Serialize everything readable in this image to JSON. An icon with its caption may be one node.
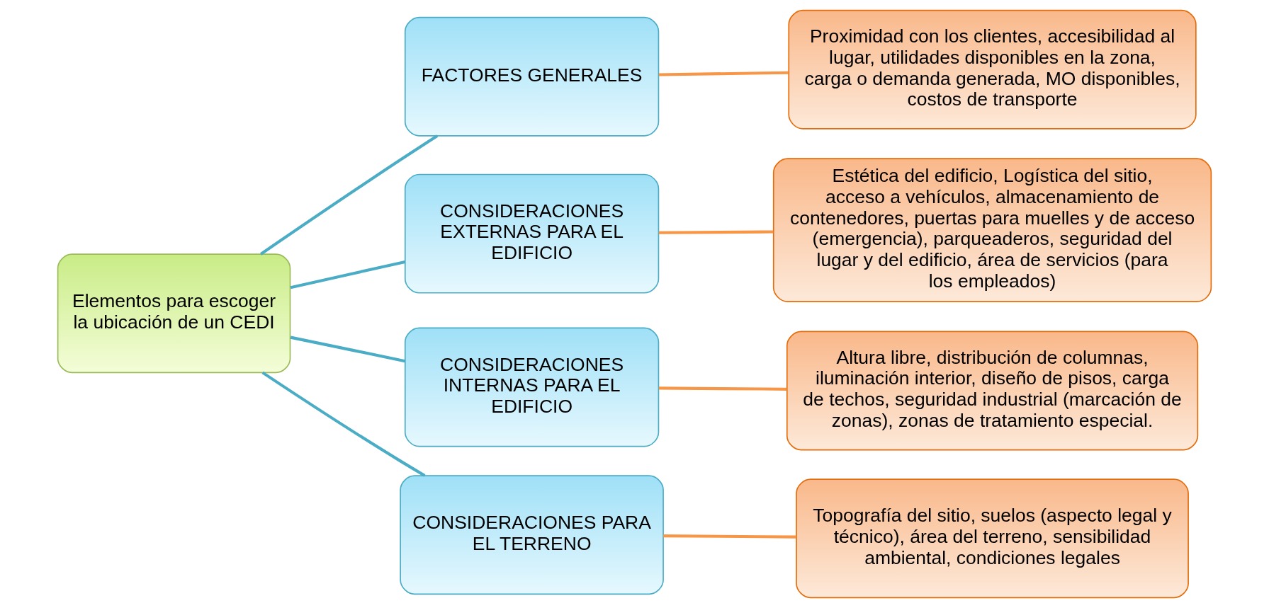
{
  "diagram": {
    "nodes": [
      {
        "text": [
          "Elementos para escoger la ubicación de un CEDI"
        ]
      },
      {
        "text": [
          "FACTORES GENERALES"
        ]
      },
      {
        "text": [
          "CONSIDERACIONES EXTERNAS PARA EL EDIFICIO"
        ]
      },
      {
        "text": [
          "CONSIDERACIONES INTERNAS PARA EL EDIFICIO"
        ]
      },
      {
        "text": [
          "CONSIDERACIONES PARA EL TERRENO"
        ]
      },
      {
        "text": [
          "Proximidad con los clientes, accesibilidad al lugar, utilidades disponibles en la zona, carga o demanda generada, MO disponibles, costos de transporte"
        ]
      },
      {
        "text": [
          "Estética del edificio, Logística del sitio, acceso a vehículos, almacenamiento de contenedores, puertas para muelles y de acceso (emergencia), parqueaderos, seguridad del lugar y del edificio, área de servicios (para los empleados)"
        ]
      },
      {
        "text": [
          "Altura libre, distribución de columnas, iluminación interior, diseño de pisos, carga de techos, seguridad industrial (marcación de zonas), zonas de tratamiento especial."
        ]
      },
      {
        "text": [
          "Topografía del sitio, suelos (aspecto legal y técnico), área del terreno, sensibilidad ambiental, condiciones legales"
        ]
      }
    ],
    "edges": [
      {
        "from": 0,
        "to": 1,
        "arrow": "none",
        "color": "#4bacc6"
      },
      {
        "from": 0,
        "to": 2,
        "arrow": "none",
        "color": "#4bacc6"
      },
      {
        "from": 0,
        "to": 3,
        "arrow": "none",
        "color": "#4bacc6"
      },
      {
        "from": 0,
        "to": 4,
        "arrow": "none",
        "color": "#4bacc6"
      },
      {
        "from": 1,
        "to": 5,
        "arrow": "none",
        "color": "#f79646"
      },
      {
        "from": 2,
        "to": 6,
        "arrow": "none",
        "color": "#f79646"
      },
      {
        "from": 3,
        "to": 7,
        "arrow": "none",
        "color": "#f79646"
      },
      {
        "from": 4,
        "to": 8,
        "arrow": "none",
        "color": "#f79646"
      }
    ]
  }
}
